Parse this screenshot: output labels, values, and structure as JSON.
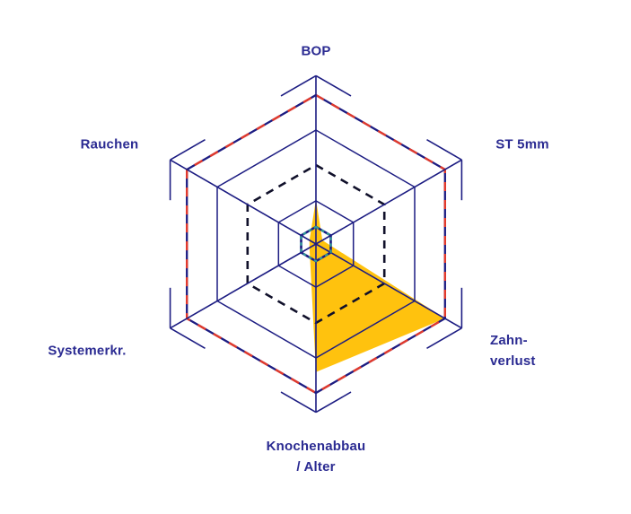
{
  "chart_data": {
    "type": "radar",
    "title": "",
    "shape": "hexagon",
    "axes": [
      {
        "id": "bop",
        "label_lines": [
          "BOP"
        ],
        "value_fraction": 0.3
      },
      {
        "id": "st-5mm",
        "label_lines": [
          "ST 5mm"
        ],
        "value_fraction": 0.05
      },
      {
        "id": "zahnverlust",
        "label_lines": [
          "Zahn-",
          "verlust"
        ],
        "value_fraction": 1.0
      },
      {
        "id": "knochenabbau-alter",
        "label_lines": [
          "Knochenabbau",
          "/ Alter"
        ],
        "value_fraction": 0.86
      },
      {
        "id": "systemerkr",
        "label_lines": [
          "Systemerkr."
        ],
        "value_fraction": 0.05
      },
      {
        "id": "rauchen",
        "label_lines": [
          "Rauchen"
        ],
        "value_fraction": 0.05
      }
    ],
    "grid": {
      "ring_fractions": [
        0.29,
        0.53,
        0.765,
        1.0
      ],
      "center_hex_fraction": 0.115,
      "moderate_risk_ring_index": 1,
      "high_risk_ring_index": 3,
      "legend": "dashed inner ring = moderate risk boundary, dashed outer ring = high risk boundary"
    },
    "colors": {
      "grid": "#1c1c82",
      "label": "#2b2b92",
      "fill": "#ffc20e",
      "high_risk_dash": "#e23a2c",
      "moderate_risk_dash": "#10102a",
      "center_dash": "#2e9c96",
      "background": "#ffffff"
    }
  }
}
